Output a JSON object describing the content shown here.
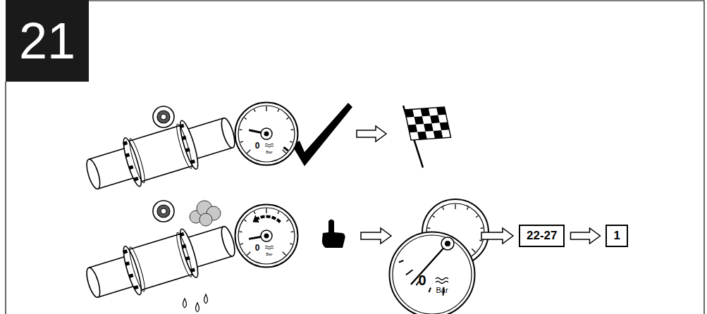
{
  "diagram": {
    "nodes": [
      {
        "text": [
          "0",
          "Bar"
        ]
      },
      {
        "text": [
          "0",
          "Bar"
        ]
      },
      {
        "text": [
          "0",
          "Bar"
        ]
      },
      {
        "text": [
          "22-27"
        ]
      },
      {
        "text": [
          "1"
        ]
      }
    ],
    "edges": [
      {
        "from": 2,
        "to": 3,
        "arrow": "to"
      },
      {
        "from": 3,
        "to": 4,
        "arrow": "to"
      }
    ],
    "labels": [
      "21"
    ]
  }
}
